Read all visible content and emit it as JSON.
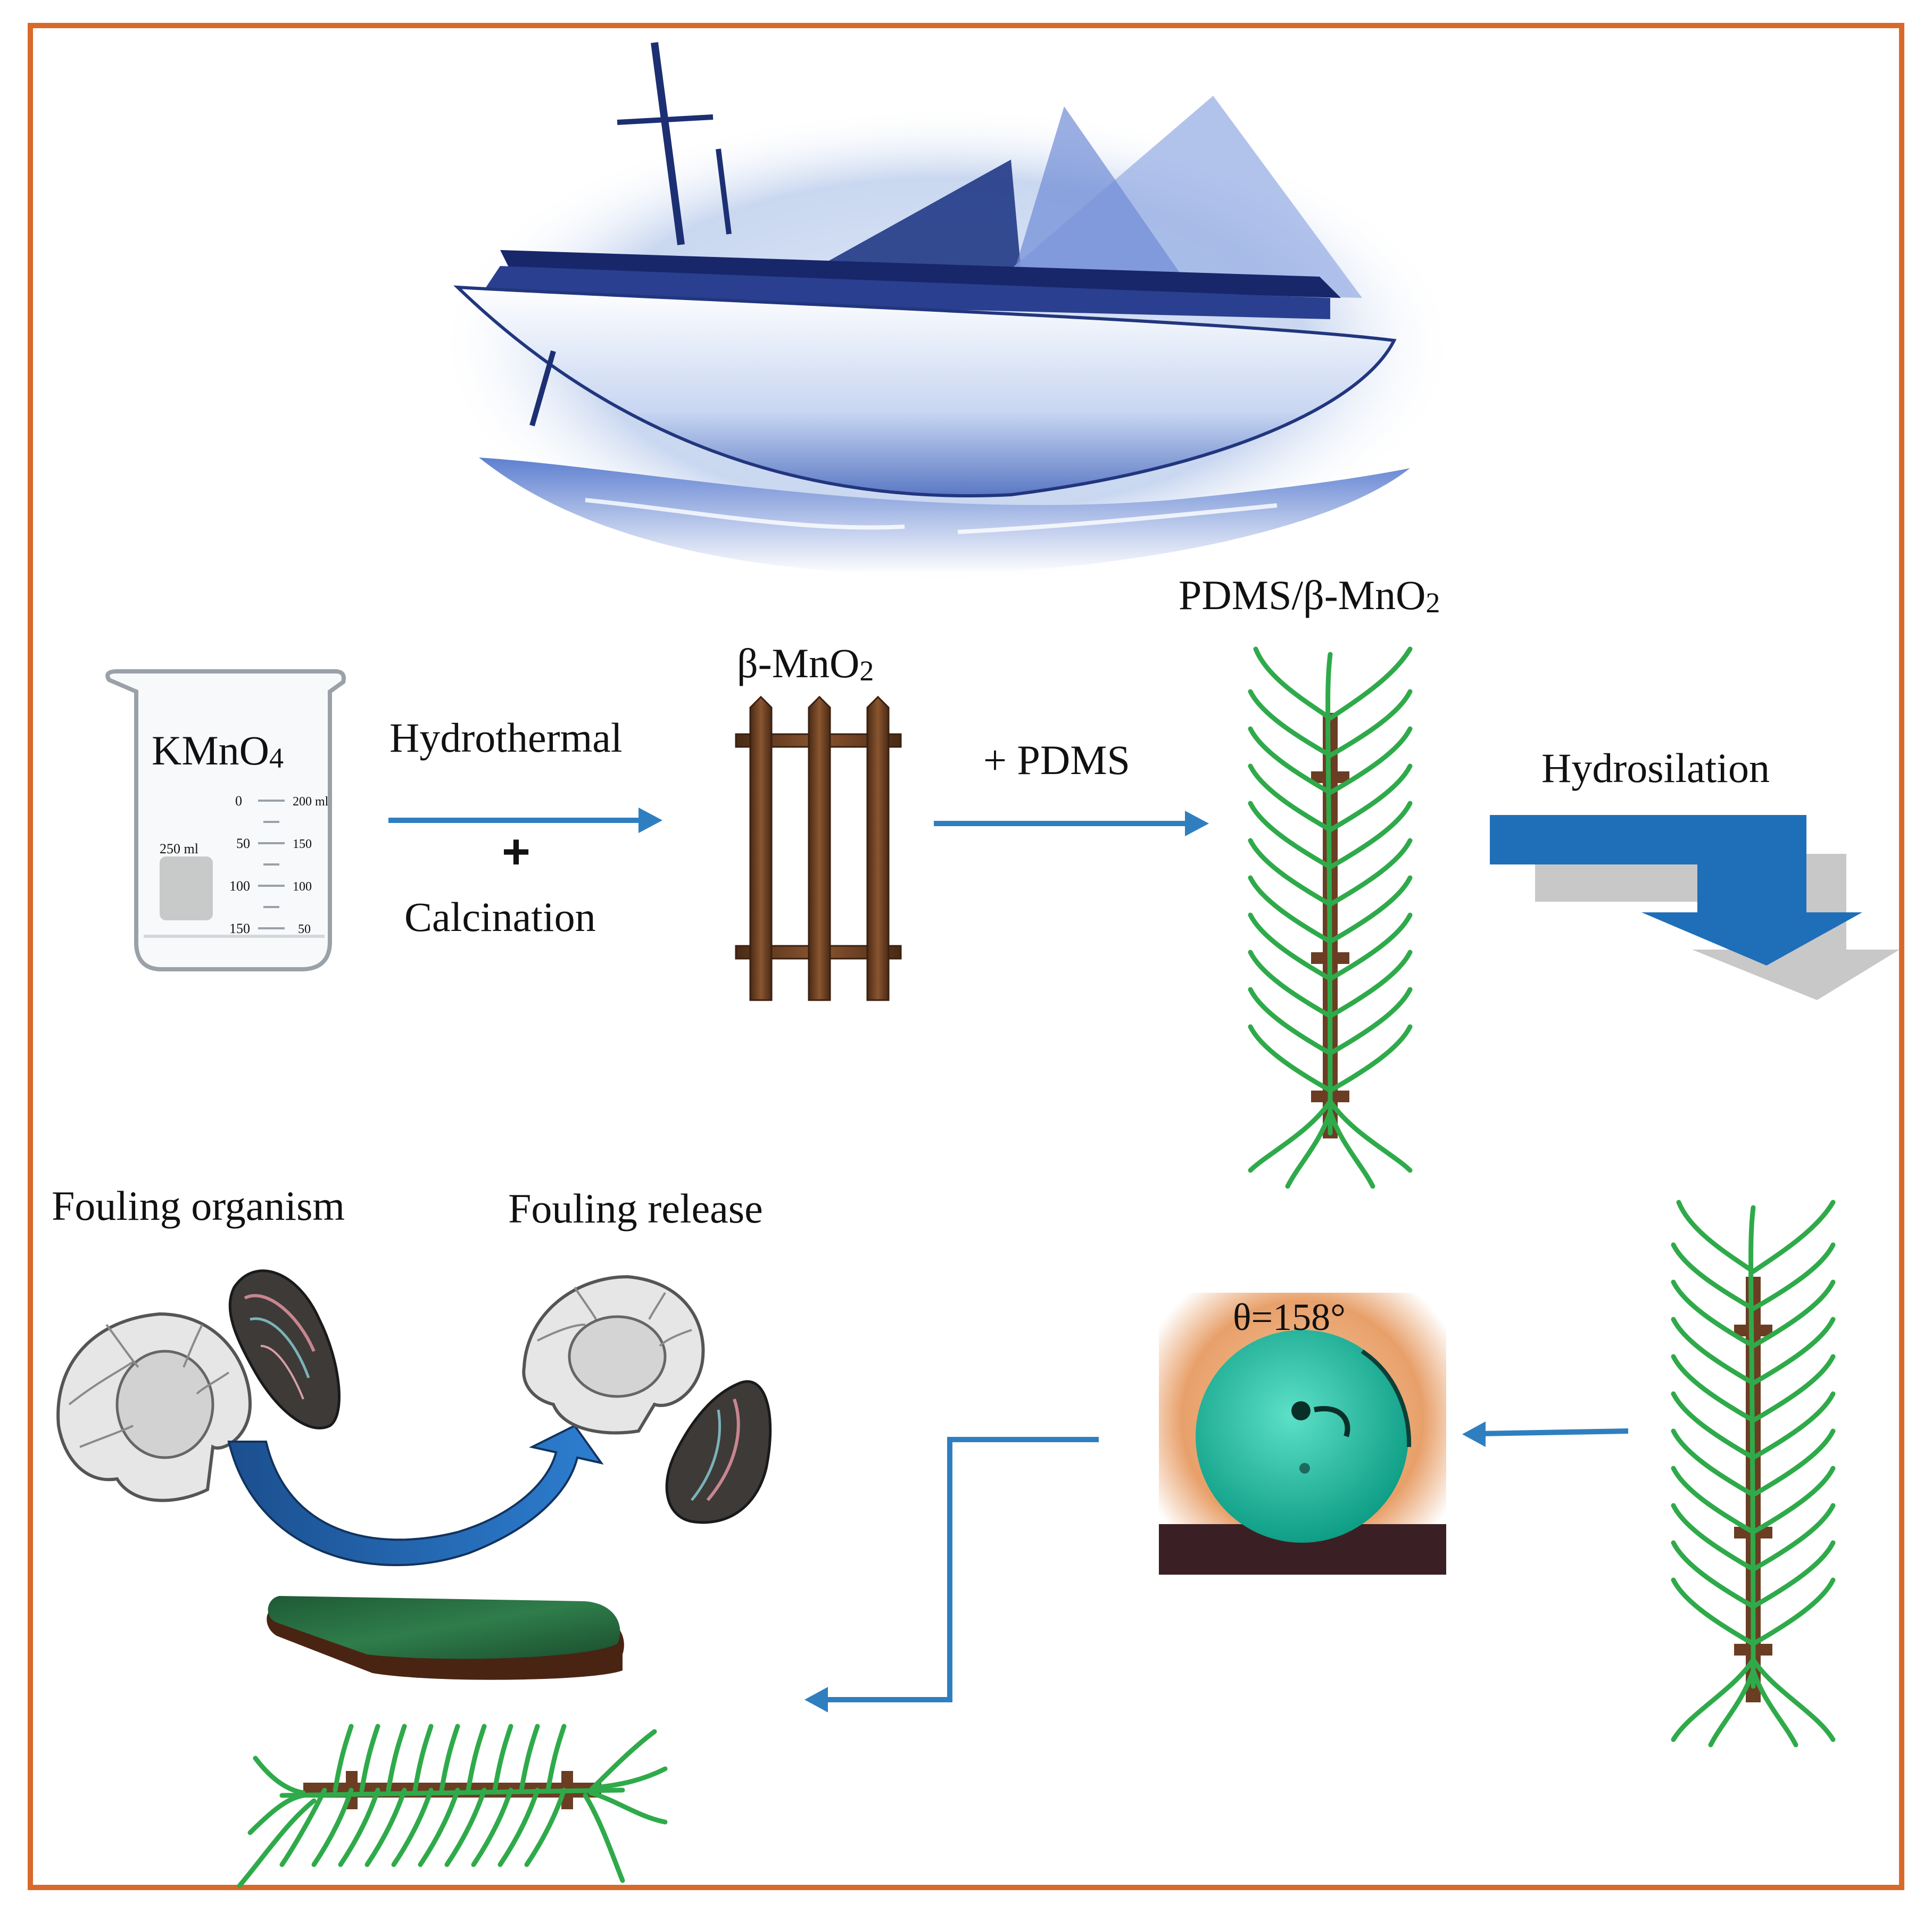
{
  "colors": {
    "frame": "#d9692a",
    "arrow": "#2f7fc0",
    "fiber": "#2faa4a",
    "rod": "#6b3d22",
    "bigArrow": "#1f6fb8",
    "bigArrowShadow": "#c8c8c8",
    "droplet": "#19b39a"
  },
  "labels": {
    "kmno4": "KMnO",
    "kmno4_sub": "4",
    "hydrothermal": "Hydrothermal",
    "plus": "+",
    "calcination": "Calcination",
    "beta_mno2": "β-MnO",
    "beta_mno2_sub": "2",
    "plus_pdms": "+ PDMS",
    "pdms_beta_mno2": "PDMS/β-MnO",
    "pdms_beta_mno2_sub": "2",
    "hydrosilation": "Hydrosilation",
    "contact_angle": "θ=158°",
    "fouling_organism": "Fouling organism",
    "fouling_release": "Fouling release"
  },
  "beaker_marks": {
    "volume": "250 ml",
    "top_mark": "200 ml",
    "ticks_left": [
      "0",
      "50",
      "100",
      "150"
    ],
    "ticks_right": [
      "150",
      "100",
      "50"
    ]
  },
  "icons": {
    "ship": "sailboat-photo",
    "beaker": "beaker-icon",
    "rods": "mno2-rod-ladder-icon",
    "brush": "pdms-brush-icon",
    "droplet": "water-droplet-icon",
    "scallop": "scallop-shell-icon",
    "mussel": "mussel-shell-icon",
    "coating": "coated-plate-icon"
  }
}
